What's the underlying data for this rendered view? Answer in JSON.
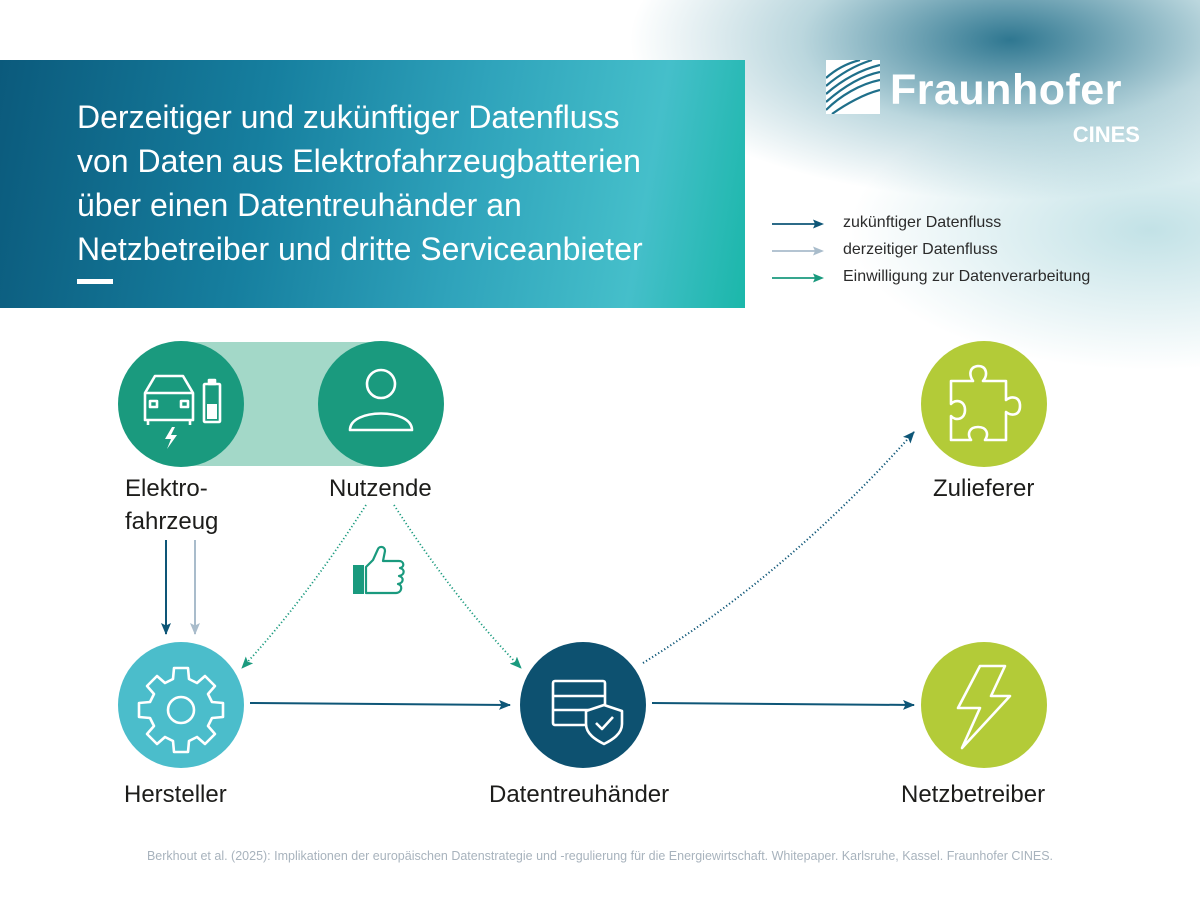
{
  "header": {
    "title_lines": [
      "Derzeitiger und zukünftiger Datenfluss",
      "von Daten aus Elektrofahrzeugbatterien",
      "über einen Datentreuhänder an",
      "Netzbetreiber und dritte Serviceanbieter"
    ]
  },
  "logo": {
    "wordmark": "Fraunhofer",
    "sub": "CINES",
    "icon": "fraunhofer-logo-mark"
  },
  "legend": {
    "items": [
      {
        "label": "zukünftiger Datenfluss",
        "color": "#0e5677"
      },
      {
        "label": "derzeitiger Datenfluss",
        "color": "#a9bccb"
      },
      {
        "label": "Einwilligung zur Datenverarbeitung",
        "color": "#1a9a7e"
      }
    ]
  },
  "nodes": {
    "vehicle": {
      "label_line1": "Elektro-",
      "label_line2": "fahrzeug",
      "icon": "ev-battery-icon",
      "color": "#1a9a7e"
    },
    "users": {
      "label": "Nutzende",
      "icon": "user-icon",
      "color": "#1a9a7e"
    },
    "manufacturer": {
      "label": "Hersteller",
      "icon": "gear-icon",
      "color": "#4bbdcb"
    },
    "trustee": {
      "label": "Datentreuhänder",
      "icon": "data-shield-icon",
      "color": "#0d5170"
    },
    "supplier": {
      "label": "Zulieferer",
      "icon": "puzzle-icon",
      "color": "#b3cb38"
    },
    "grid_operator": {
      "label": "Netzbetreiber",
      "icon": "lightning-icon",
      "color": "#b3cb38"
    }
  },
  "consent_icon": "thumbs-up-icon",
  "footnote": "Berkhout et al. (2025): Implikationen der europäischen Datenstrategie und -regulierung für die Energiewirtschaft. Whitepaper. Karlsruhe, Kassel. Fraunhofer CINES."
}
